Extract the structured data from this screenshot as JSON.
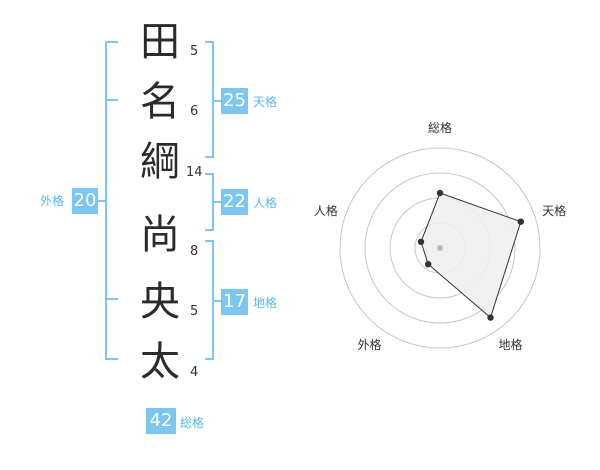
{
  "name_chars": [
    "田",
    "名",
    "綱",
    "尚",
    "央",
    "太"
  ],
  "strokes": [
    "5",
    "6",
    "14",
    "8",
    "5",
    "4"
  ],
  "scores": {
    "tenkaku": {
      "label": "天格",
      "value": "25"
    },
    "jinkaku": {
      "label": "人格",
      "value": "22"
    },
    "chikaku": {
      "label": "地格",
      "value": "17"
    },
    "gaikaku": {
      "label": "外格",
      "value": "20"
    },
    "soukaku": {
      "label": "総格",
      "value": "42"
    }
  },
  "chart_data": {
    "type": "radar",
    "axes": [
      "総格",
      "天格",
      "地格",
      "外格",
      "人格"
    ],
    "values": [
      0.55,
      0.85,
      0.86,
      0.2,
      0.2
    ],
    "rings": 4,
    "colors": {
      "fill": "#eeeeee",
      "stroke": "#333333",
      "ring": "#c8c8c8",
      "center": "#bbbbbb"
    }
  }
}
